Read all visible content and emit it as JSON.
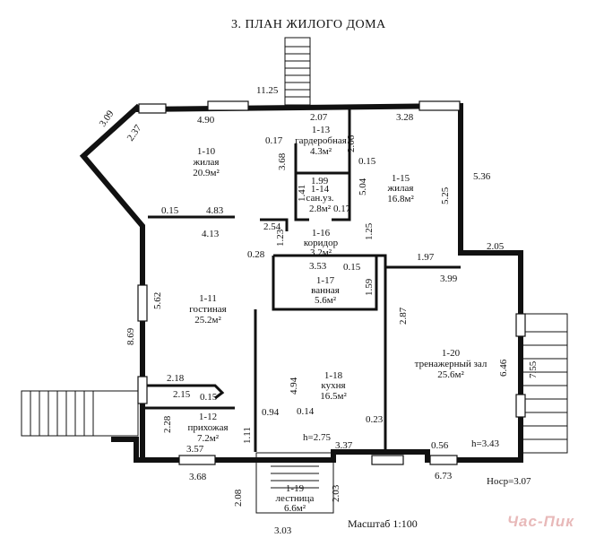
{
  "title": "3. ПЛАН ЖИЛОГО ДОМА",
  "scale_note": "Масштаб 1:100",
  "watermark": "Час-Пик",
  "rooms": [
    {
      "id": "1-10",
      "name": "жилая",
      "area": "20.9м²"
    },
    {
      "id": "1-11",
      "name": "гостиная",
      "area": "25.2м²"
    },
    {
      "id": "1-12",
      "name": "прихожая",
      "area": "7.2м²"
    },
    {
      "id": "1-13",
      "name": "гардеробная",
      "area": "4.3м²"
    },
    {
      "id": "1-14",
      "name": "сан.уз.",
      "area": "2.8м²"
    },
    {
      "id": "1-15",
      "name": "жилая",
      "area": "16.8м²"
    },
    {
      "id": "1-16",
      "name": "коридор",
      "area": "3.2м²"
    },
    {
      "id": "1-17",
      "name": "ванная",
      "area": "5.6м²"
    },
    {
      "id": "1-18",
      "name": "кухня",
      "area": "16.5м²"
    },
    {
      "id": "1-19",
      "name": "лестница",
      "area": "6.6м²"
    },
    {
      "id": "1-20",
      "name": "тренажерный зал",
      "area": "25.6м²"
    }
  ],
  "dimensions": [
    "11.25",
    "4.90",
    "2.07",
    "3.28",
    "3.09",
    "2.37",
    "0.17",
    "2.06",
    "0.15",
    "3.68",
    "1.99",
    "1.41",
    "0.17",
    "5.04",
    "5.25",
    "5.36",
    "0.15",
    "4.83",
    "4.13",
    "2.54",
    "1.23",
    "1.25",
    "0.28",
    "3.53",
    "0.15",
    "1.97",
    "1.59",
    "2.05",
    "3.99",
    "2.87",
    "5.62",
    "8.69",
    "2.18",
    "2.15",
    "0.15",
    "4.94",
    "0.94",
    "0.14",
    "0.23",
    "6.46",
    "7.55",
    "2.28",
    "1.11",
    "3.57",
    "3.37",
    "0.56",
    "6.73",
    "3.68",
    "2.08",
    "2.03",
    "3.03"
  ],
  "heights": [
    "h=2.75",
    "h=3.43"
  ],
  "nocp": "Носр=3.07"
}
